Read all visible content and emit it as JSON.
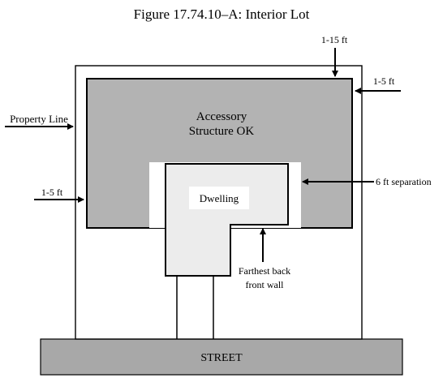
{
  "figure": {
    "title": "Figure 17.74.10–A: Interior Lot"
  },
  "labels": {
    "rear_setback": "1-15 ft",
    "side_setback_right": "1-5 ft",
    "property_line": "Property Line",
    "side_setback_left": "1-5 ft",
    "accessory_line1": "Accessory",
    "accessory_line2": "Structure OK",
    "dwelling": "Dwelling",
    "separation": "6 ft separation",
    "front_wall_line1": "Farthest back",
    "front_wall_line2": "front wall",
    "street": "STREET"
  },
  "colors": {
    "accessory_area": "#b3b3b3",
    "dwelling_fill": "#ececec",
    "street_fill": "#a8a8a8",
    "lines": "#000000"
  }
}
